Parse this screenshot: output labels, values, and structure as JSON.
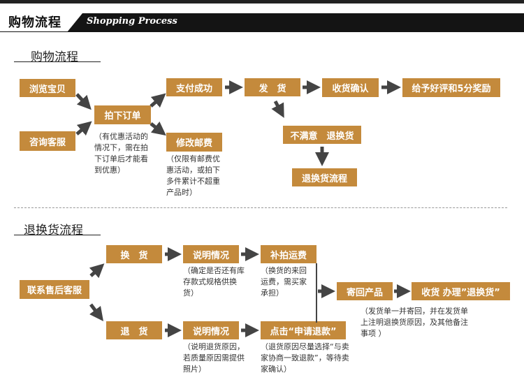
{
  "header": {
    "title": "购物流程",
    "subtitle": "Shopping Process"
  },
  "section1": {
    "title": "购物流程",
    "boxes": {
      "browse": "浏览宝贝",
      "consult": "咨询客服",
      "order": "拍下订单",
      "pay_success": "支付成功",
      "ship": "发　货",
      "confirm_receipt": "收货确认",
      "review": "给予好评和5分奖励",
      "modify_postage": "修改邮费",
      "unsatisfied": "不满意　退换货",
      "return_flow": "退换货流程"
    },
    "notes": {
      "order_note": "（有优惠活动的情况下，需在拍下订单后才能看到优惠）",
      "postage_note": "（仅限有邮费优惠活动，或拍下多件累计不超重产品时）"
    }
  },
  "section2": {
    "title": "退换货流程",
    "boxes": {
      "contact": "联系售后客服",
      "exchange": "换　货",
      "explain1": "说明情况",
      "repay_shipping": "补拍运费",
      "return": "退　货",
      "explain2": "说明情况",
      "apply_refund": "点击“申请退款”",
      "send_back": "寄回产品",
      "receive": "收货 办理”退换货”"
    },
    "notes": {
      "explain1_note": "（确定是否还有库存款式规格供换货）",
      "repay_note": "（换货的来回运费，需买家承担）",
      "explain2_note": "（说明退货原因，若质量原因需提供照片）",
      "apply_note": "（退货原因尽量选择“与卖家协商一致退款”，等待卖家确认）",
      "send_note": "（发货单一并寄回，并在发货单上注明退换货原因，及其他备注事项 ）"
    }
  },
  "colors": {
    "box": "#c48a3c",
    "arrow": "#444444",
    "header": "#141414"
  }
}
